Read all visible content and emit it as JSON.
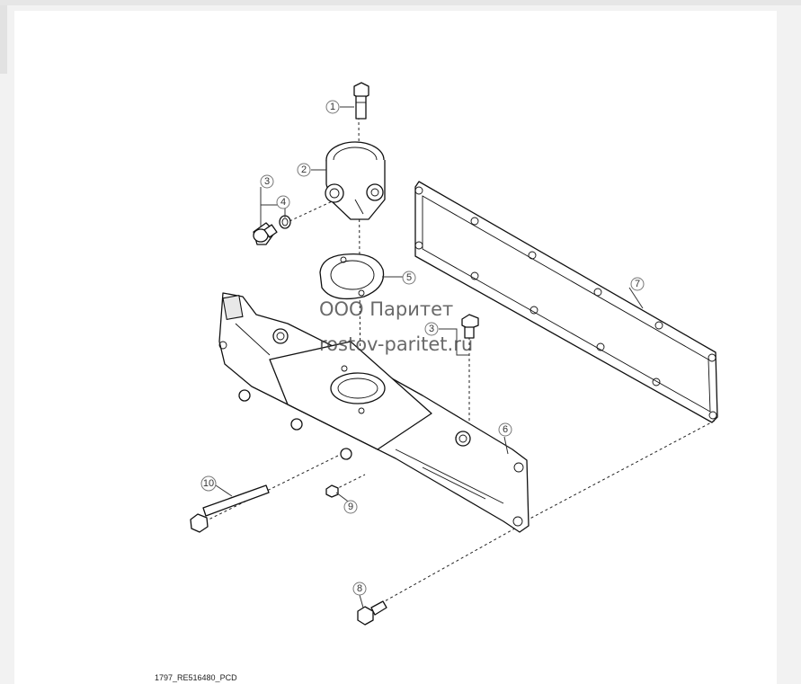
{
  "callouts": [
    "1",
    "2",
    "3",
    "4",
    "5",
    "3",
    "7",
    "6",
    "10",
    "9",
    "8"
  ],
  "watermark": {
    "company": "ООО Паритет",
    "site": "rostov-paritet.ru"
  },
  "reference_code": "1797_RE516480_PCD"
}
